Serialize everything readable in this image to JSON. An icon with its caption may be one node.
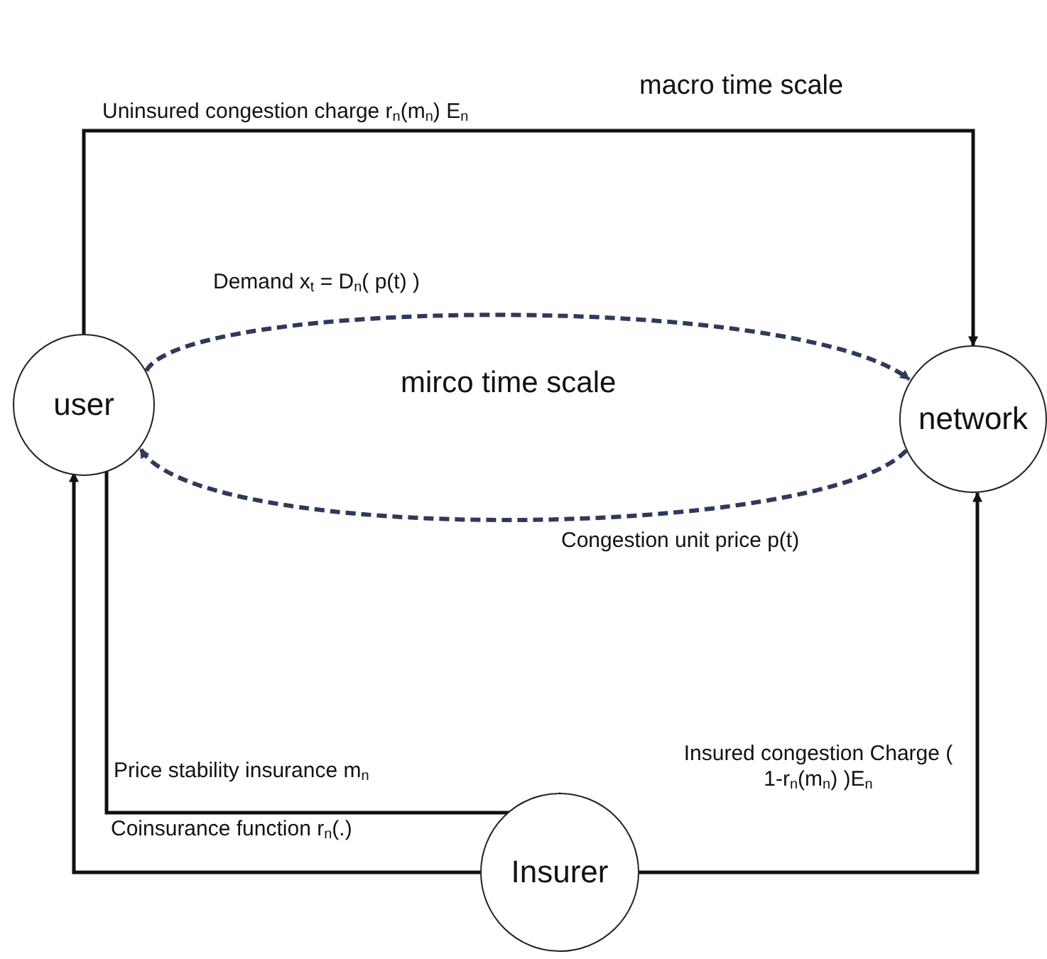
{
  "diagram": {
    "nodes": [
      {
        "text": [
          "user"
        ]
      },
      {
        "text": [
          "network"
        ]
      },
      {
        "text": [
          "Insurer"
        ]
      }
    ],
    "edges": [
      {
        "from": 0,
        "to": 1,
        "arrow": "to",
        "label": "Uninsured congestion charge r$_{n}$(m$_{n}$) E$_{n}$"
      },
      {
        "from": 0,
        "to": 1,
        "arrow": "to",
        "label": "Demand x$_{t}$ = D$_{n}$( p(t) )",
        "style": "dashed",
        "color": "#2e3a5c"
      },
      {
        "from": 1,
        "to": 0,
        "arrow": "to",
        "label": "Congestion unit price p(t)",
        "style": "dashed",
        "color": "#2e3a5c"
      },
      {
        "from": 0,
        "to": 2,
        "arrow": "to",
        "label": "Price stability insurance m$_{n}$"
      },
      {
        "from": 2,
        "to": 0,
        "arrow": "to",
        "label": "Coinsurance function r$_{n}$(.)"
      },
      {
        "from": 2,
        "to": 1,
        "arrow": "to",
        "label": "Insured congestion Charge ( 1-r$_{n}$(m$_{n}$) )E$_{n}$"
      }
    ],
    "labels": [
      "macro time scale",
      "mirco time scale"
    ]
  }
}
